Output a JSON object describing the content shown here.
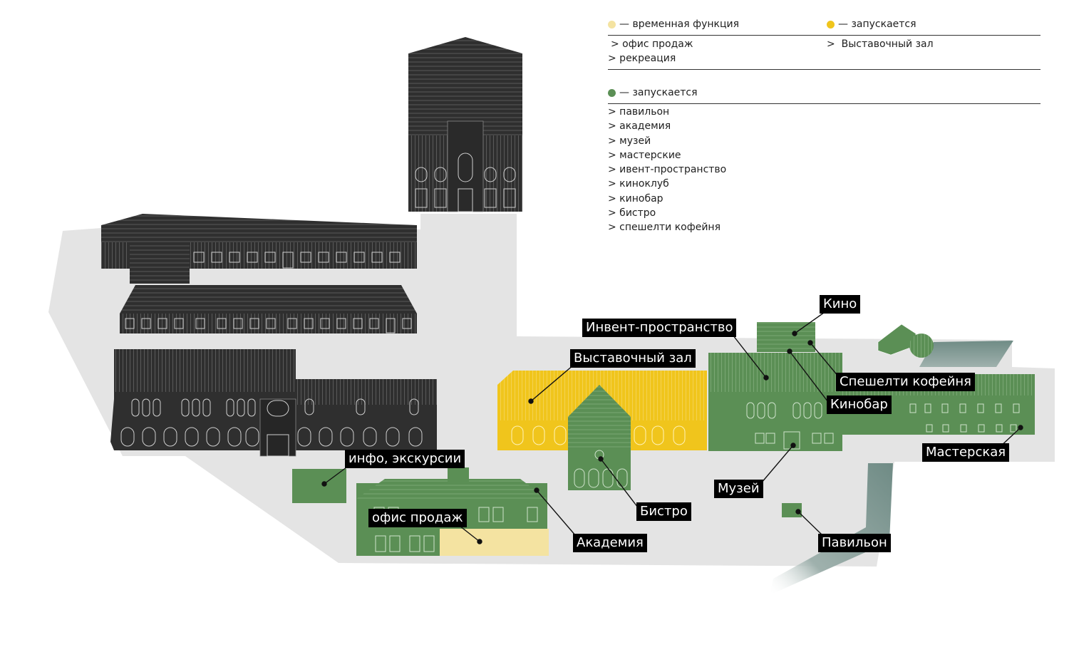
{
  "legend": {
    "temporary": {
      "header": "— временная функция",
      "color": "#f4e3a1",
      "items": [
        "> офис продаж",
        "> рекреация"
      ]
    },
    "launching_yellow": {
      "header": "— запускается",
      "color": "#f0c51c",
      "items": [
        ">  Выставочный зал"
      ]
    },
    "launching_green": {
      "header": "— запускается",
      "color": "#5b8f55",
      "items": [
        "> павильон",
        "> академия",
        "> музей",
        "> мастерские",
        "> ивент-пространство",
        "> киноклуб",
        "> кинобар",
        "> бистро",
        "> спешелти кофейня"
      ]
    }
  },
  "labels": {
    "kino": "Кино",
    "event": "Инвент-пространство",
    "exhibition": "Выставочный зал",
    "coffee": "Спешелти кофейня",
    "kinobar": "Кинобар",
    "info": "инфо, экскурсии",
    "workshop": "Мастерская",
    "museum": "Музей",
    "sales": "офис продаж",
    "bistro": "Бистро",
    "academy": "Академия",
    "pavilion": "Павильон"
  },
  "colors": {
    "ground": "#e4e4e4",
    "dark_building": "#2f2f2f",
    "green_building": "#5b8f55",
    "yellow_building": "#f0c51c",
    "temp_building": "#f4e3a1",
    "road": "#6f8b85"
  }
}
